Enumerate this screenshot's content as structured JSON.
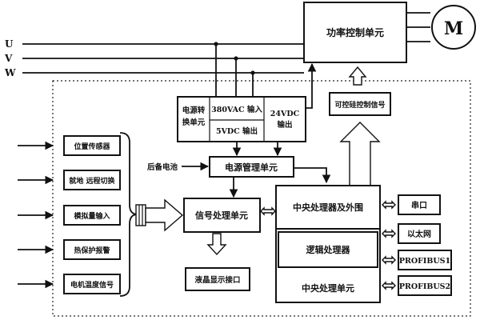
{
  "power_unit": {
    "label": "功率控制单元"
  },
  "motor": {
    "label": "M"
  },
  "phases": {
    "u": "U",
    "v": "V",
    "w": "W"
  },
  "power_convert": {
    "label_line1": "电源转",
    "label_line2": "换单元",
    "ac_input": "380VAC 输入",
    "dc5_output": "5VDC 输出",
    "dc24_line1": "24VDC",
    "dc24_line2": "输出"
  },
  "scr_signal": {
    "label": "可控硅控制信号"
  },
  "backup_battery": {
    "label": "后备电池"
  },
  "power_mgmt": {
    "label": "电源管理单元"
  },
  "inputs": [
    {
      "label": "位置传感器"
    },
    {
      "label": "就地 远程切换"
    },
    {
      "label": "模拟量输入"
    },
    {
      "label": "热保护报警"
    },
    {
      "label": "电机温度信号"
    }
  ],
  "signal_proc": {
    "label": "信号处理单元"
  },
  "lcd_port": {
    "label": "液晶显示接口"
  },
  "cpu_unit": {
    "cpu": "中央处理器及外围",
    "logic": "逻辑处理器",
    "unit": "中央处理单元"
  },
  "comm_ports": [
    {
      "label": "串口"
    },
    {
      "label": "以太网"
    },
    {
      "label": "PROFIBUS1"
    },
    {
      "label": "PROFIBUS2"
    }
  ]
}
